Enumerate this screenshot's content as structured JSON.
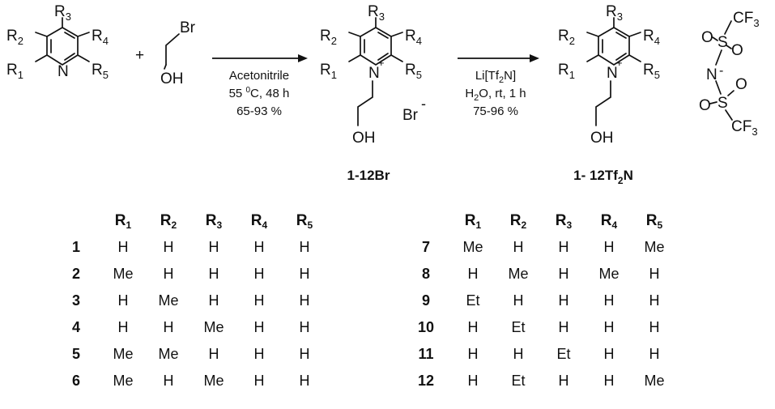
{
  "reaction": {
    "reactant_labels": {
      "R1": "R",
      "R2": "R",
      "R3": "R",
      "R4": "R",
      "R5": "R"
    },
    "nitrogen": "N",
    "plus": "+",
    "bromo": "Br",
    "hydroxyl": "OH",
    "step1": {
      "solvent": "Acetonitrile",
      "temp_prefix": "55 ",
      "temp_degree": "0",
      "temp_suffix": "C, 48 h",
      "yield": "65-93 %"
    },
    "step2": {
      "reagent": "Li[Tf2N]",
      "conditions": "H2O, rt, 1 h",
      "yield": "75-96 %"
    },
    "product1_label": "1-12Br",
    "product2_label": "1- 12Tf2N",
    "bromide": "Br",
    "anion": {
      "cf3": "CF3",
      "s": "S",
      "o": "O",
      "n": "N"
    }
  },
  "table": {
    "headers": [
      "R1",
      "R2",
      "R3",
      "R4",
      "R5"
    ],
    "left_rows": [
      {
        "id": "1",
        "values": [
          "H",
          "H",
          "H",
          "H",
          "H"
        ]
      },
      {
        "id": "2",
        "values": [
          "Me",
          "H",
          "H",
          "H",
          "H"
        ]
      },
      {
        "id": "3",
        "values": [
          "H",
          "Me",
          "H",
          "H",
          "H"
        ]
      },
      {
        "id": "4",
        "values": [
          "H",
          "H",
          "Me",
          "H",
          "H"
        ]
      },
      {
        "id": "5",
        "values": [
          "Me",
          "Me",
          "H",
          "H",
          "H"
        ]
      },
      {
        "id": "6",
        "values": [
          "Me",
          "H",
          "Me",
          "H",
          "H"
        ]
      }
    ],
    "right_rows": [
      {
        "id": "7",
        "values": [
          "Me",
          "H",
          "H",
          "H",
          "Me"
        ]
      },
      {
        "id": "8",
        "values": [
          "H",
          "Me",
          "H",
          "Me",
          "H"
        ]
      },
      {
        "id": "9",
        "values": [
          "Et",
          "H",
          "H",
          "H",
          "H"
        ]
      },
      {
        "id": "10",
        "values": [
          "H",
          "Et",
          "H",
          "H",
          "H"
        ]
      },
      {
        "id": "11",
        "values": [
          "H",
          "H",
          "Et",
          "H",
          "H"
        ]
      },
      {
        "id": "12",
        "values": [
          "H",
          "Et",
          "H",
          "H",
          "Me"
        ]
      }
    ]
  }
}
